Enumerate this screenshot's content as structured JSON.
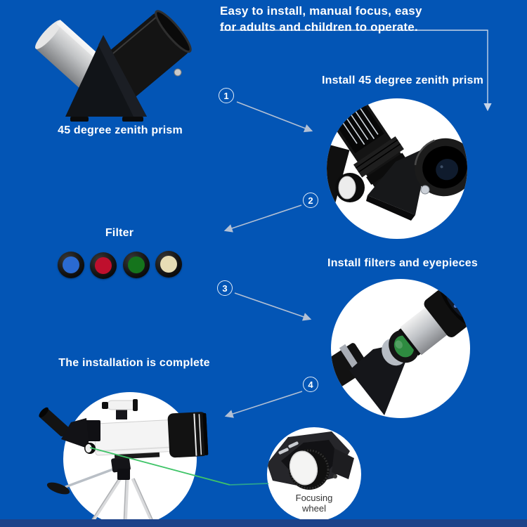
{
  "colors": {
    "background": "#0355b5",
    "footer": "#1d4289",
    "arrow": "#b3c0d4",
    "connector": "#c7d4e8",
    "green_line": "#3fc468",
    "teal_line": "#2aa38f",
    "text": "#ffffff",
    "dark_text": "#333333"
  },
  "heading": {
    "line1": "Easy to install, manual focus, easy",
    "line2": "for adults and children to operate."
  },
  "labels": {
    "prism": "45 degree zenith prism",
    "filter": "Filter",
    "install_prism": "Install 45 degree zenith prism",
    "install_filters": "Install filters and eyepieces",
    "complete": "The installation is complete",
    "focusing_wheel_line1": "Focusing",
    "focusing_wheel_line2": "wheel"
  },
  "step_numbers": [
    "1",
    "2",
    "3",
    "4"
  ],
  "filters": [
    {
      "name": "blue filter",
      "glass": "#2a6ad2"
    },
    {
      "name": "red filter",
      "glass": "#bf0f2d"
    },
    {
      "name": "green filter",
      "glass": "#15741c"
    },
    {
      "name": "moon filter",
      "glass": "#e7ddb5"
    }
  ]
}
